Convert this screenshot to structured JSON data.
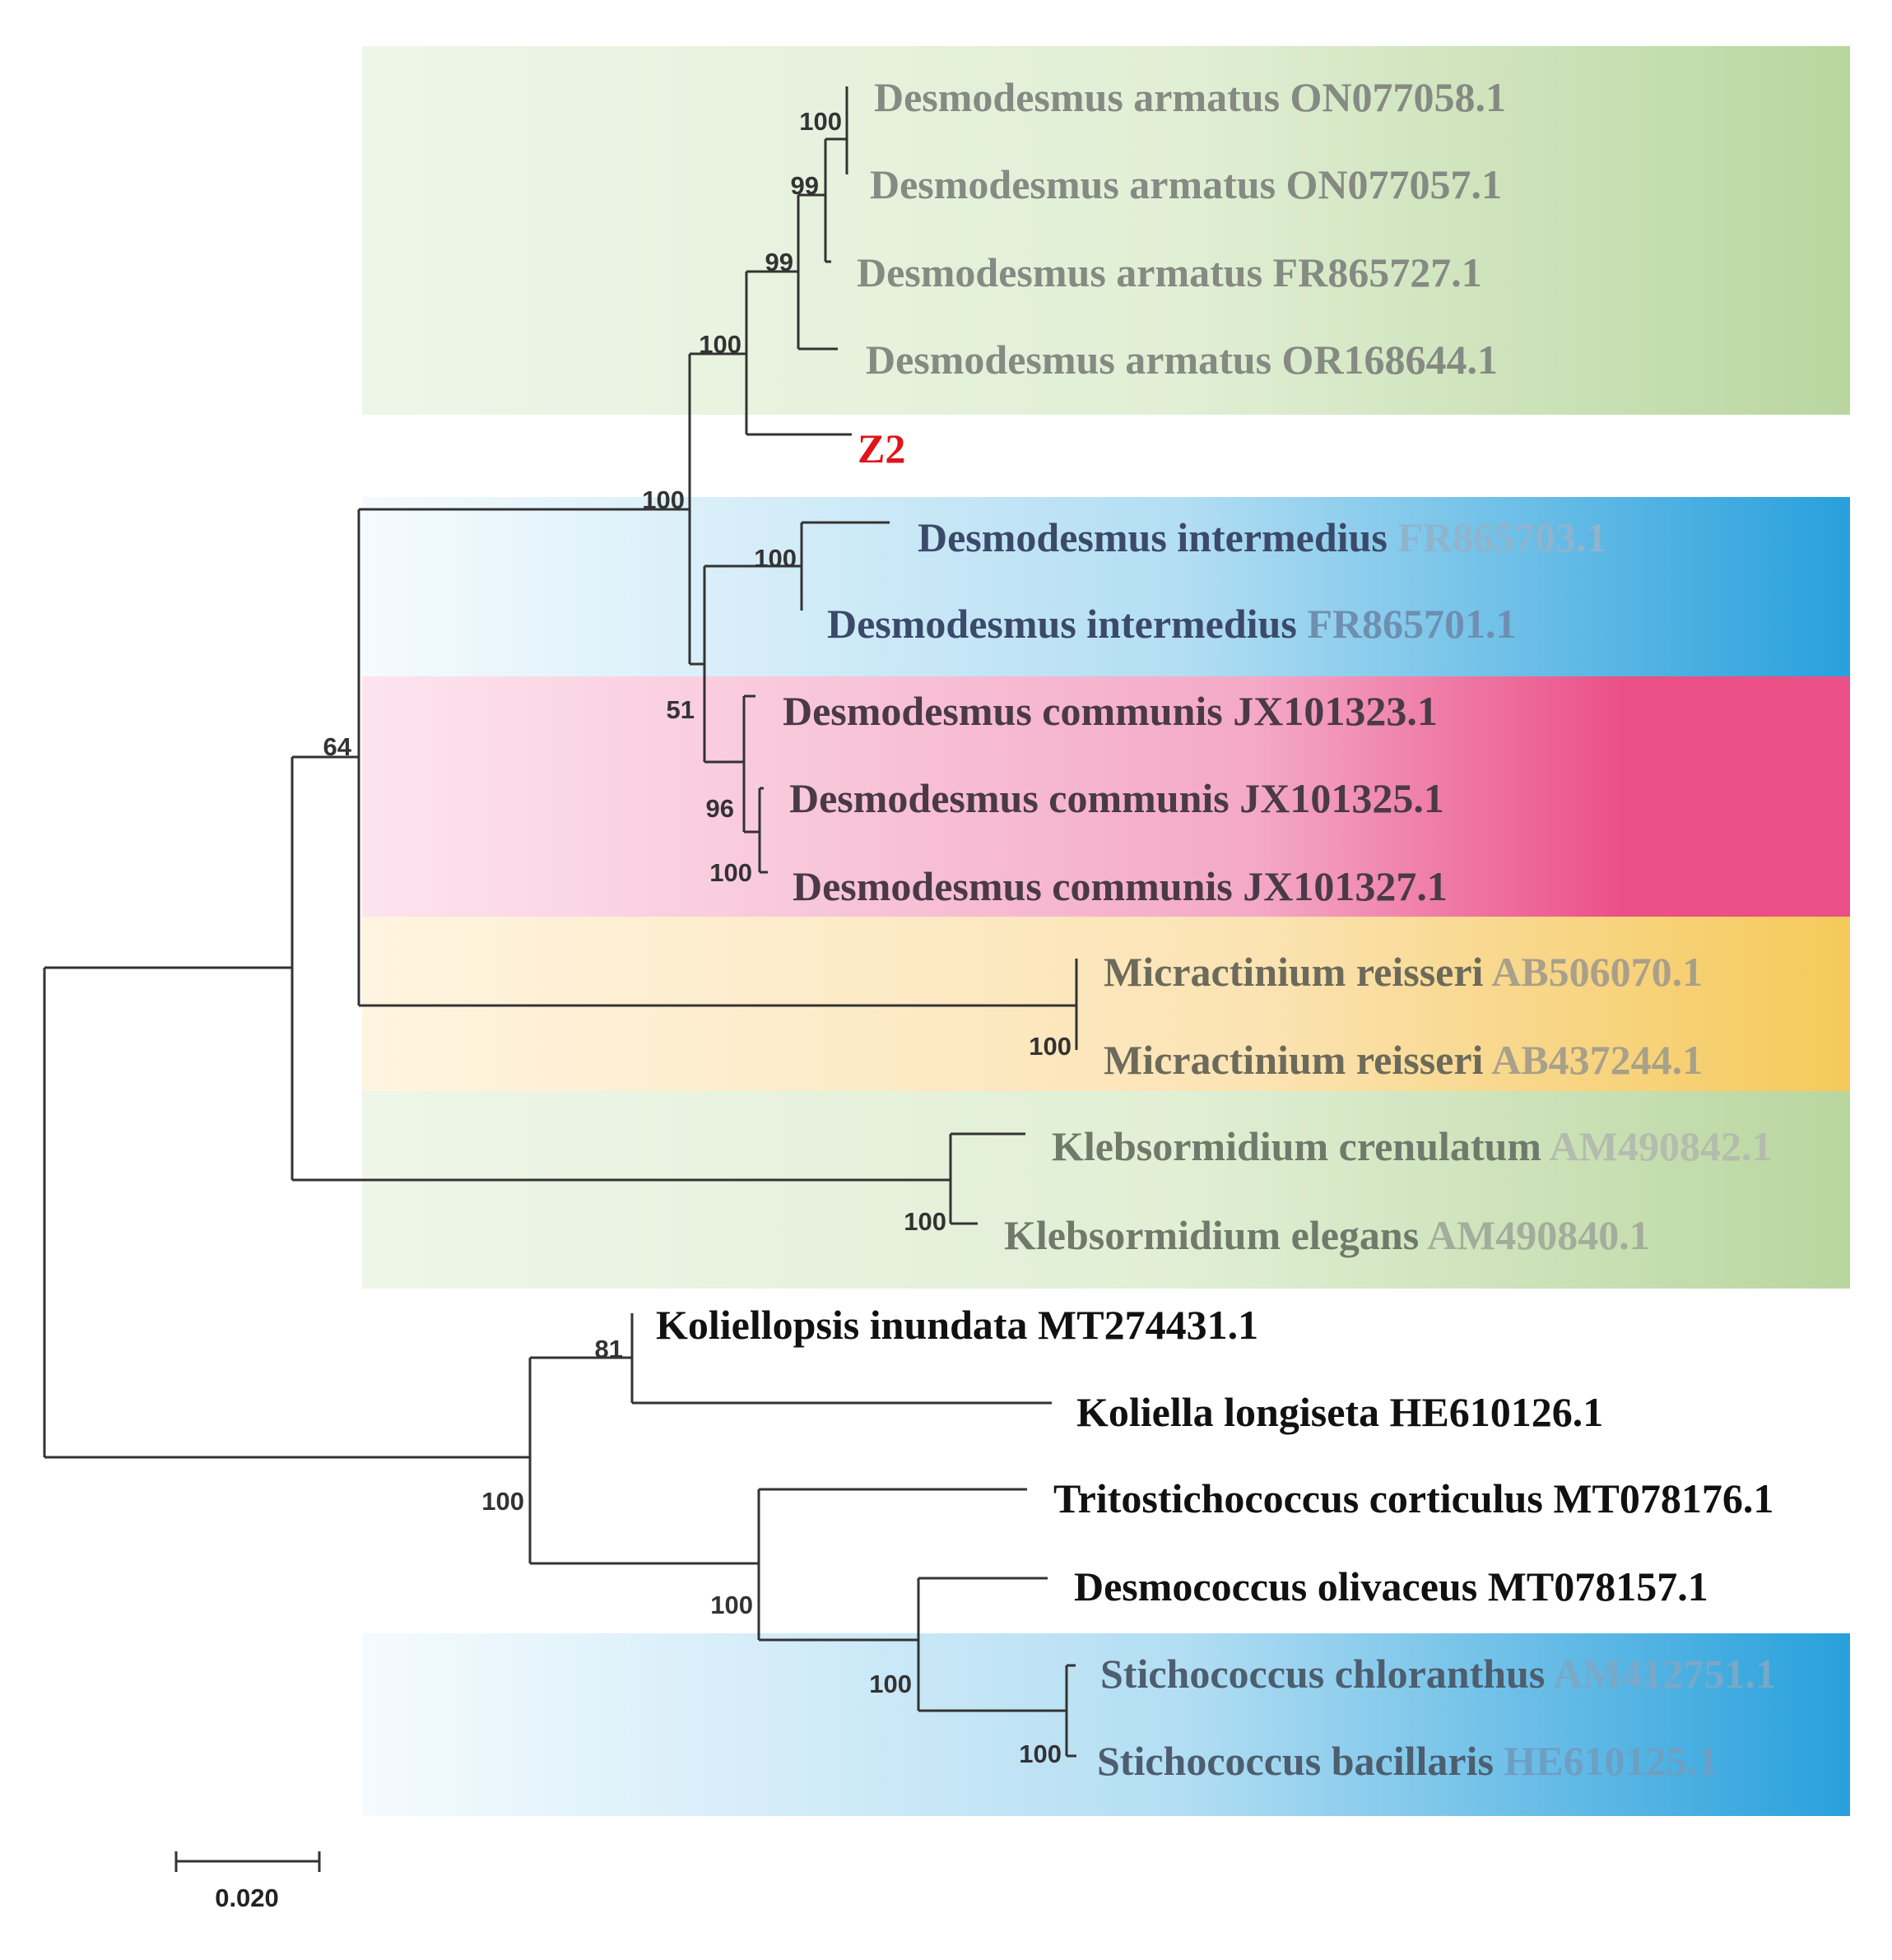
{
  "figure": {
    "scale_bar_label": "0.020",
    "colors": {
      "green_band": "#b9d69f",
      "blue_band": "#2aa0dc",
      "pink_band": "#ea4f86",
      "yellow_band": "#f5c95a",
      "query_label": "#e0141a",
      "branch": "#333333"
    }
  },
  "clades": [
    {
      "name": "Desmodesmus armatus",
      "color": "green"
    },
    {
      "name": "Desmodesmus intermedius",
      "color": "blue"
    },
    {
      "name": "Desmodesmus communis",
      "color": "pink"
    },
    {
      "name": "Micractinium reisseri",
      "color": "yellow"
    },
    {
      "name": "Klebsormidium",
      "color": "green"
    },
    {
      "name": "Stichococcus",
      "color": "blue"
    }
  ],
  "taxa": [
    {
      "genus_species": "Desmodesmus armatus",
      "accession": "ON077058.1"
    },
    {
      "genus_species": "Desmodesmus armatus",
      "accession": "ON077057.1"
    },
    {
      "genus_species": "Desmodesmus armatus",
      "accession": "FR865727.1"
    },
    {
      "genus_species": "Desmodesmus armatus",
      "accession": "OR168644.1"
    },
    {
      "genus_species": "Z2",
      "accession": ""
    },
    {
      "genus_species": "Desmodesmus intermedius",
      "accession": "FR865703.1"
    },
    {
      "genus_species": "Desmodesmus intermedius",
      "accession": "FR865701.1"
    },
    {
      "genus_species": "Desmodesmus communis",
      "accession": "JX101323.1"
    },
    {
      "genus_species": "Desmodesmus communis",
      "accession": "JX101325.1"
    },
    {
      "genus_species": "Desmodesmus communis",
      "accession": "JX101327.1"
    },
    {
      "genus_species": "Micractinium reisseri",
      "accession": "AB506070.1"
    },
    {
      "genus_species": "Micractinium reisseri",
      "accession": "AB437244.1"
    },
    {
      "genus_species": "Klebsormidium crenulatum",
      "accession": "AM490842.1"
    },
    {
      "genus_species": "Klebsormidium elegans",
      "accession": "AM490840.1"
    },
    {
      "genus_species": "Koliellopsis inundata",
      "accession": "MT274431.1"
    },
    {
      "genus_species": "Koliella longiseta",
      "accession": "HE610126.1"
    },
    {
      "genus_species": "Tritostichococcus corticulus",
      "accession": "MT078176.1"
    },
    {
      "genus_species": "Desmococcus olivaceus",
      "accession": "MT078157.1"
    },
    {
      "genus_species": "Stichococcus chloranthus",
      "accession": "AM412751.1"
    },
    {
      "genus_species": "Stichococcus bacillaris",
      "accession": "HE610125.1"
    }
  ],
  "bootstrap_values": [
    "100",
    "99",
    "99",
    "100",
    "100",
    "100",
    "51",
    "96",
    "100",
    "64",
    "100",
    "100",
    "81",
    "100",
    "100",
    "100",
    "100"
  ]
}
